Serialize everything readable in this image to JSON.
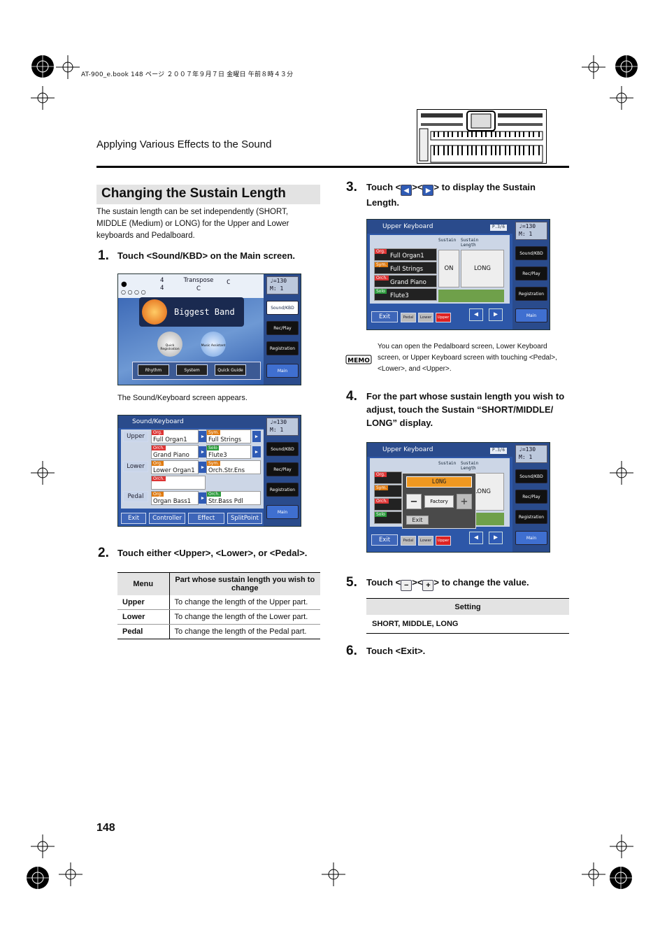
{
  "header": {
    "file_info": "AT-900_e.book 148 ページ ２００７年９月７日 金曜日 午前８時４３分",
    "section_title": "Applying Various Effects to the Sound"
  },
  "page_number": "148",
  "heading": "Changing the Sustain Length",
  "intro": "The sustain length can be set independently (SHORT, MIDDLE (Medium) or LONG) for the Upper and Lower keyboards and Pedalboard.",
  "steps": [
    {
      "num": "1.",
      "text": "Touch <Sound/KBD> on the Main screen."
    },
    {
      "num": "2.",
      "text": "Touch either <Upper>, <Lower>, or <Pedal>."
    },
    {
      "num": "3.",
      "text_a": "Touch <",
      "text_b": "><",
      "text_c": "> to display the Sustain",
      "text_d": "Length."
    },
    {
      "num": "4.",
      "text": "For the part whose sustain length you wish to adjust, touch the Sustain “SHORT/MIDDLE/ LONG” display."
    },
    {
      "num": "5.",
      "text_a": "Touch <",
      "text_b": "><",
      "text_c": "> to change the value."
    },
    {
      "num": "6.",
      "text": "Touch <Exit>."
    }
  ],
  "caption_sound_kbd": "The Sound/Keyboard screen appears.",
  "memo": {
    "label": "MEMO",
    "text": "You can open the Pedalboard screen, Lower Keyboard screen, or Upper Keyboard screen with touching <Pedal>, <Lower>, and <Upper>."
  },
  "menu_table": {
    "headers": [
      "Menu",
      "Part whose sustain length you wish to change"
    ],
    "rows": [
      [
        "Upper",
        "To change the length of the Upper part."
      ],
      [
        "Lower",
        "To change the length of the Lower part."
      ],
      [
        "Pedal",
        "To change the length of the Pedal part."
      ]
    ]
  },
  "setting_table": {
    "header": "Setting",
    "value": "SHORT, MIDDLE, LONG"
  },
  "main_screen": {
    "beat_top": "4",
    "beat_bottom": "4",
    "transpose_label": "Transpose",
    "transpose_value": "C",
    "key": "C",
    "tempo": "♩=130",
    "measure": "M:  1",
    "style": "Biggest Band",
    "quick_registration": "Quick Registration",
    "music_assistant": "Music Assistant",
    "rhythm": "Rhythm",
    "system": "System",
    "quick_guide": "Quick Guide",
    "side_buttons": [
      "Sound/KBD",
      "Rec/Play",
      "Registration",
      "Main"
    ]
  },
  "sound_kbd_screen": {
    "title": "Sound/Keyboard",
    "parts": [
      "Upper",
      "Lower",
      "Pedal"
    ],
    "cells": [
      {
        "tag": "Org.",
        "name": "Full Organ1"
      },
      {
        "tag": "Sym.",
        "name": "Full Strings"
      },
      {
        "tag": "Orch.",
        "name": "Grand Piano"
      },
      {
        "tag": "Solo",
        "name": "Flute3"
      },
      {
        "tag": "Org.",
        "name": "Lower Organ1"
      },
      {
        "tag": "Sym.",
        "name": "Orch.Str.Ens"
      },
      {
        "tag": "Orch.",
        "name": ""
      },
      {
        "tag": "Org.",
        "name": "Organ Bass1"
      },
      {
        "tag": "Orch.",
        "name": "Str.Bass Pdl"
      }
    ],
    "bottom_buttons": [
      "Exit",
      "Controller",
      "Effect",
      "SplitPoint"
    ]
  },
  "upper_screen": {
    "title": "Upper Keyboard",
    "page": "P.3/6",
    "col_sustain": "Sustain",
    "col_length": "Sustain Length",
    "rows": [
      {
        "tag": "Org.",
        "name": "Full Organ1"
      },
      {
        "tag": "Sym.",
        "name": "Full Strings"
      },
      {
        "tag": "Orch.",
        "name": "Grand Piano"
      },
      {
        "tag": "Solo",
        "name": "Flute3"
      }
    ],
    "sustain_value": "ON",
    "length_value": "LONG",
    "bottom": [
      "Exit",
      "Pedal",
      "Lower",
      "Upper"
    ]
  },
  "popup": {
    "value": "LONG",
    "factory": "Factory",
    "exit": "Exit",
    "minus": "−",
    "plus": "+",
    "bg_length": "LONG"
  }
}
